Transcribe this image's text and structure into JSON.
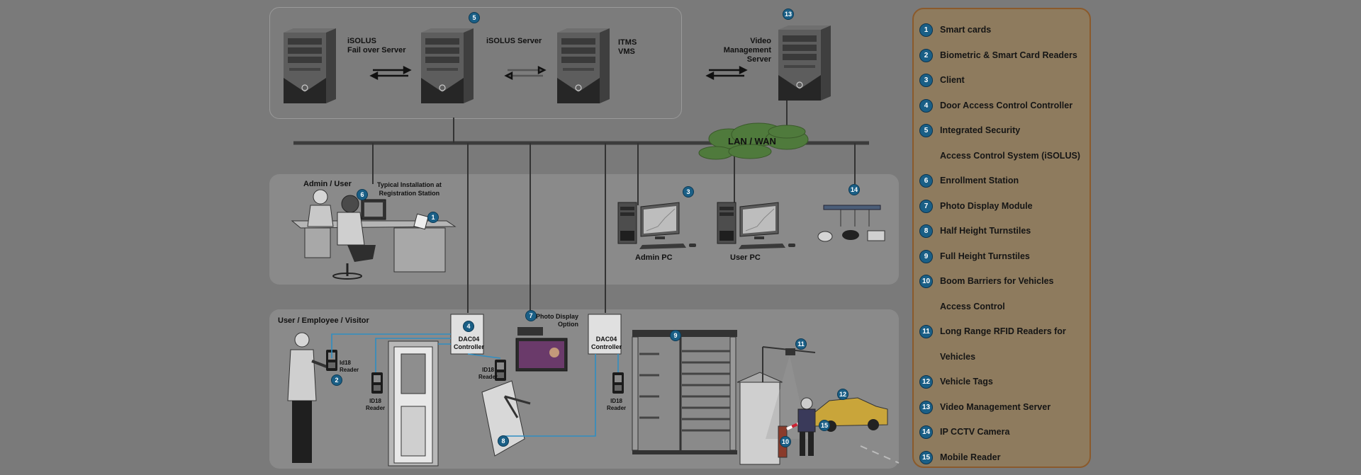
{
  "top": {
    "failover_label": "iSOLUS\nFail over Server",
    "server_label": "iSOLUS Server",
    "itms_label": "ITMS\nVMS",
    "vms_label": "Video\nManagement\nServer",
    "server_badge": "5",
    "vms_badge": "13"
  },
  "network": {
    "label": "LAN / WAN"
  },
  "middle": {
    "admin_user_label": "Admin / User",
    "typical_label": "Typical Installation at\nRegistration Station",
    "admin_pc_label": "Admin PC",
    "user_pc_label": "User PC",
    "badge_6": "6",
    "badge_1": "1",
    "badge_3": "3",
    "badge_14": "14"
  },
  "bottom": {
    "users_label": "User / Employee / Visitor",
    "controller_1_label": "DAC04\nController",
    "controller_2_label": "DAC04\nController",
    "photo_display_label": "Photo Display\nOption",
    "reader_labels": [
      "Id18\nReader",
      "ID18\nReader",
      "ID18\nReader",
      "ID18\nReader"
    ],
    "badge_2": "2",
    "badge_4": "4",
    "badge_7": "7",
    "badge_8": "8",
    "badge_9": "9",
    "badge_10": "10",
    "badge_11": "11",
    "badge_12": "12",
    "badge_15": "15"
  },
  "legend": {
    "items": [
      {
        "num": "1",
        "text": "Smart cards"
      },
      {
        "num": "2",
        "text": "Biometric & Smart Card Readers"
      },
      {
        "num": "3",
        "text": "Client"
      },
      {
        "num": "4",
        "text": "Door Access Control Controller"
      },
      {
        "num": "5",
        "text": "Integrated Security"
      },
      {
        "num": "",
        "text": "Access Control System (iSOLUS)"
      },
      {
        "num": "6",
        "text": "Enrollment Station"
      },
      {
        "num": "7",
        "text": "Photo Display Module"
      },
      {
        "num": "8",
        "text": "Half Height Turnstiles"
      },
      {
        "num": "9",
        "text": "Full Height Turnstiles"
      },
      {
        "num": "10",
        "text": "Boom Barriers for Vehicles"
      },
      {
        "num": "",
        "text": "Access Control"
      },
      {
        "num": "11",
        "text": "Long Range RFID Readers for"
      },
      {
        "num": "",
        "text": "Vehicles"
      },
      {
        "num": "12",
        "text": "Vehicle Tags"
      },
      {
        "num": "13",
        "text": "Video Management Server"
      },
      {
        "num": "14",
        "text": "IP CCTV Camera"
      },
      {
        "num": "15",
        "text": "Mobile Reader"
      }
    ],
    "colors": {
      "background": "#8e7b5e",
      "border": "#8b5a2b",
      "badge": "#1a5f86"
    }
  }
}
